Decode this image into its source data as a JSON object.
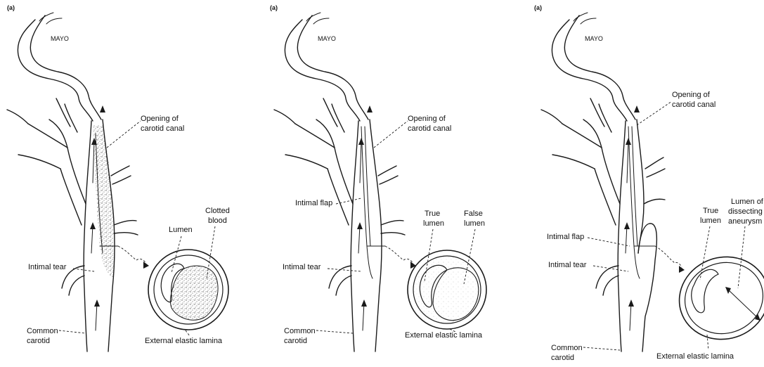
{
  "panels": [
    {
      "tag": "(a)",
      "logo": "MAYO",
      "labels": {
        "opening": [
          "Opening of",
          "carotid canal"
        ],
        "lumen": [
          "Lumen"
        ],
        "clotted": [
          "Clotted",
          "blood"
        ],
        "intimal_tear": [
          "Intimal tear"
        ],
        "external": [
          "External elastic lamina"
        ],
        "common": [
          "Common",
          "carotid"
        ]
      }
    },
    {
      "tag": "(a)",
      "logo": "MAYO",
      "labels": {
        "opening": [
          "Opening of",
          "carotid canal"
        ],
        "intimal_flap": [
          "Intimal flap"
        ],
        "true_lumen": [
          "True",
          "lumen"
        ],
        "false_lumen": [
          "False",
          "lumen"
        ],
        "intimal_tear": [
          "Intimal tear"
        ],
        "external": [
          "External elastic lamina"
        ],
        "common": [
          "Common",
          "carotid"
        ]
      }
    },
    {
      "tag": "(a)",
      "logo": "MAYO",
      "labels": {
        "opening": [
          "Opening of",
          "carotid canal"
        ],
        "true_lumen": [
          "True",
          "lumen"
        ],
        "lumen_dissecting": [
          "Lumen of",
          "dissecting",
          "aneurysm"
        ],
        "intimal_flap": [
          "Intimal flap"
        ],
        "intimal_tear": [
          "Intimal tear"
        ],
        "external": [
          "External elastic lamina"
        ],
        "common": [
          "Common",
          "carotid"
        ]
      }
    }
  ]
}
